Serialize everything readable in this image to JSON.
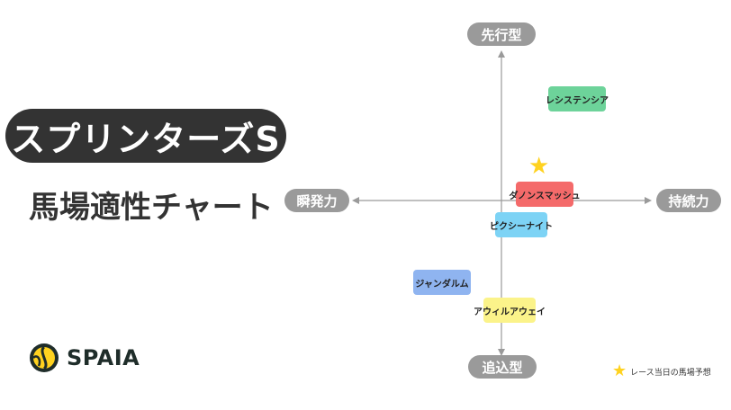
{
  "title": "スプリンターズS",
  "subtitle": "馬場適性チャート",
  "brand": "SPAIA",
  "axes": {
    "top": "先行型",
    "bottom": "追込型",
    "left": "瞬発力",
    "right": "持続力"
  },
  "horses": [
    {
      "name": "レシステンシア",
      "color": "#6dd39a",
      "starred": false
    },
    {
      "name": "ダノンスマッシュ",
      "color": "#f46a6a",
      "starred": true
    },
    {
      "name": "ピクシーナイト",
      "color": "#7dd3f5",
      "starred": false
    },
    {
      "name": "ジャンダルム",
      "color": "#8fb4f0",
      "starred": false
    },
    {
      "name": "アウィルアウェイ",
      "color": "#fbf38a",
      "starred": false
    }
  ],
  "legend": {
    "text": "レース当日の馬場予想"
  },
  "colors": {
    "star": "#ffd21f",
    "axis": "#9a9a9a",
    "title_bg": "#333333",
    "logo_yellow": "#ffd21f",
    "logo_dark": "#1f2d2a"
  }
}
